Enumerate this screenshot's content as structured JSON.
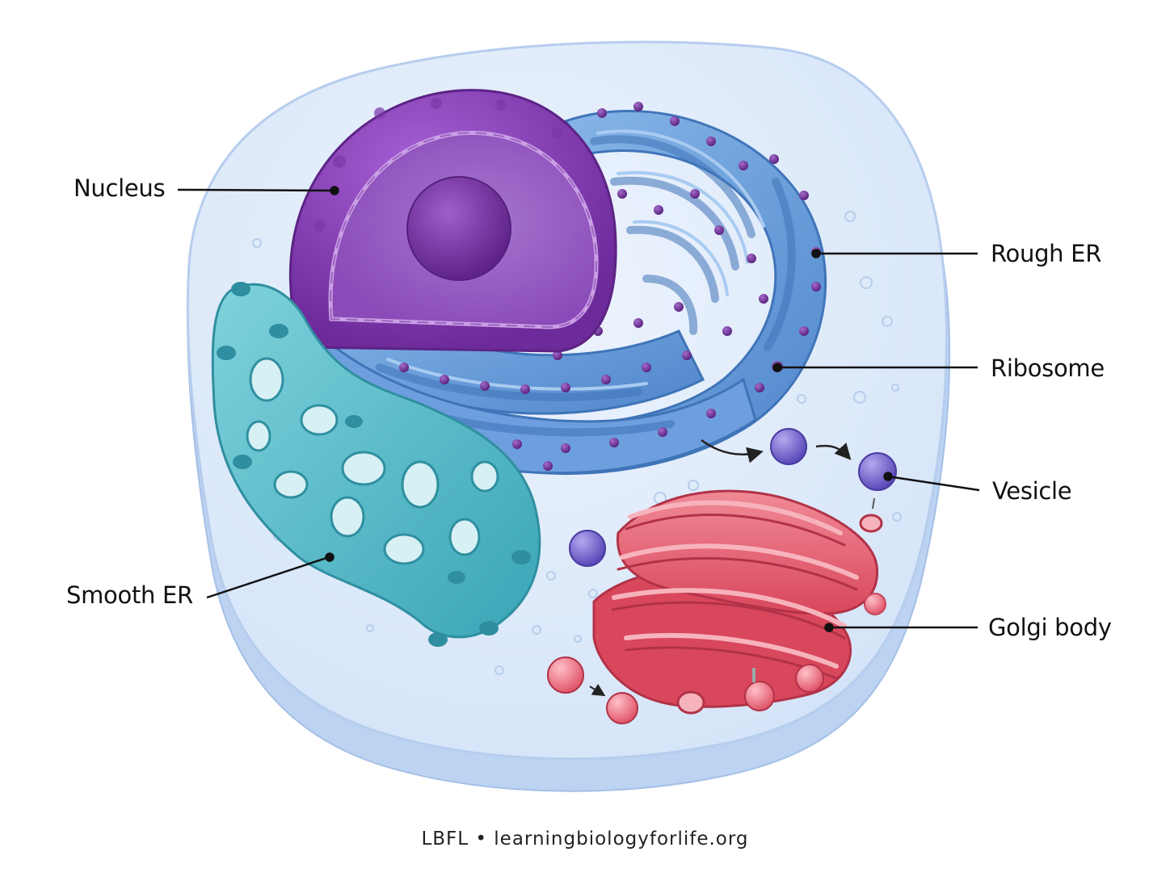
{
  "labels": {
    "nucleus": "Nucleus",
    "rough_er": "Rough ER",
    "ribosome": "Ribosome",
    "vesicle": "Vesicle",
    "smooth_er": "Smooth ER",
    "golgi": "Golgi body"
  },
  "footer": {
    "brand": "LBFL",
    "separator": "•",
    "site": "learningbiologyforlife.org"
  },
  "colors": {
    "cell_membrane": "#c9dcf5",
    "cytoplasm": "#e3eefc",
    "nucleus": "#8a3fb8",
    "nucleolus": "#6a2a9e",
    "rough_er": "#5b93d6",
    "ribosome": "#6a2f8f",
    "smooth_er": "#4fb7c6",
    "golgi": "#e0566a",
    "vesicle": "#6f5fc8"
  }
}
